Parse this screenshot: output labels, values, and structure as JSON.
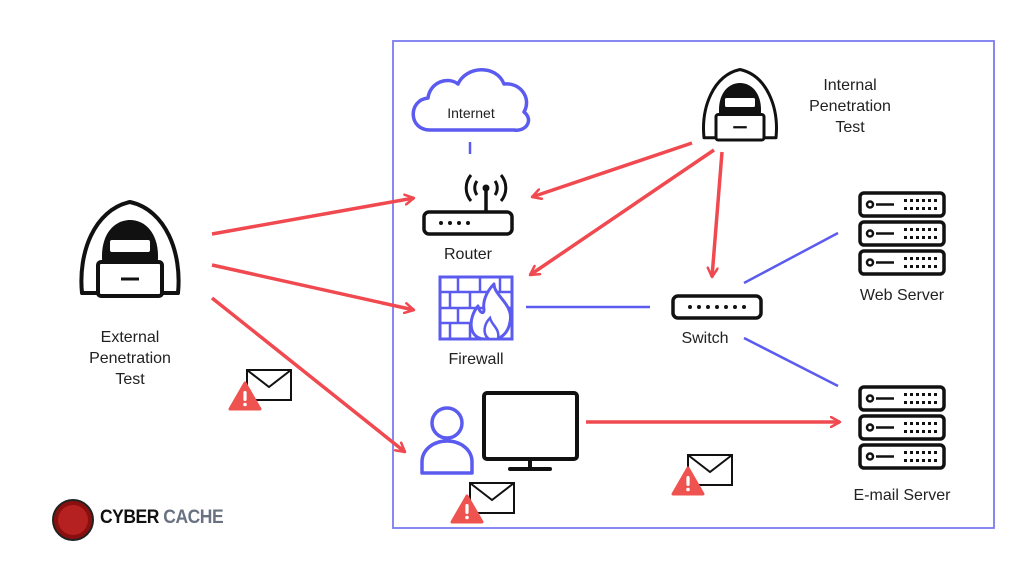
{
  "labels": {
    "internet": "Internet",
    "router": "Router",
    "firewall": "Firewall",
    "switch": "Switch",
    "web_server": "Web Server",
    "email_server": "E-mail Server",
    "external_test": [
      "External",
      "Penetration",
      "Test"
    ],
    "internal_test": [
      "Internal",
      "Penetration",
      "Test"
    ]
  },
  "logo": {
    "word1": "CYBER",
    "word2": "CACHE"
  },
  "colors": {
    "attack_arrow": "#f04a50",
    "network_link": "#5b5bf0",
    "boundary": "#7b7bf0",
    "icon_stroke": "#111111",
    "warning": "#ef5350"
  }
}
